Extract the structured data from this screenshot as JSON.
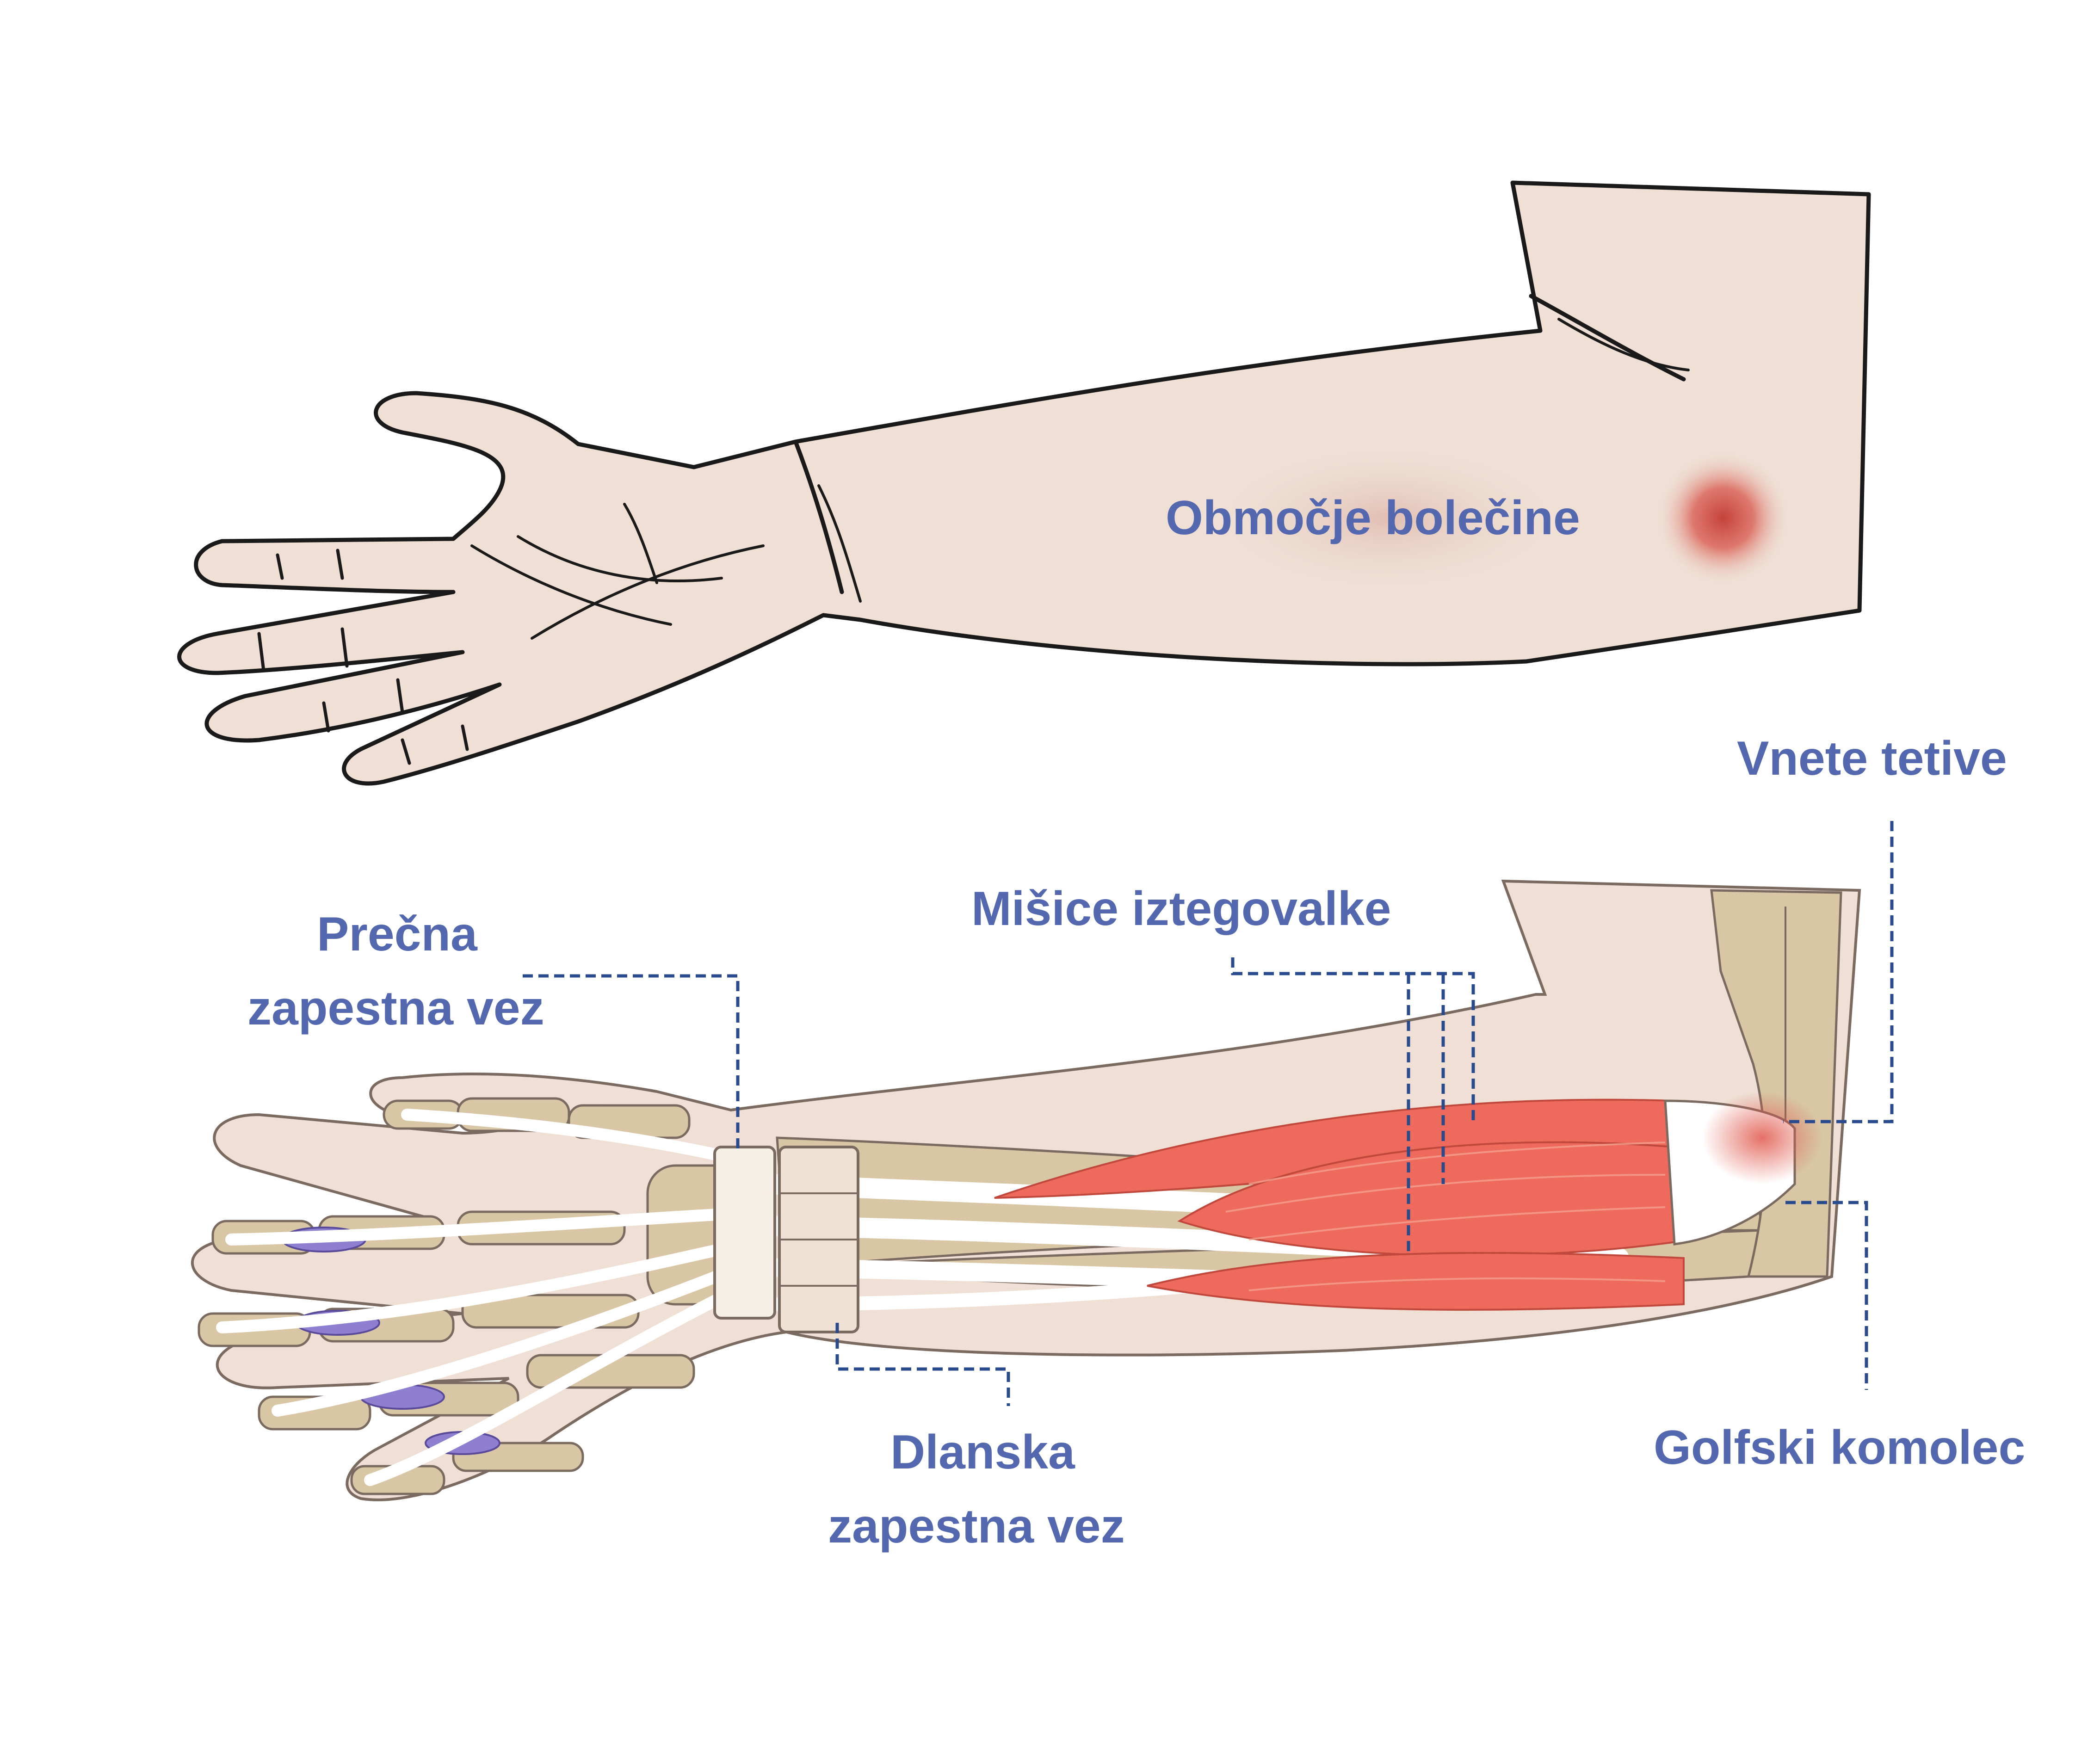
{
  "labels": {
    "pain_area": "Območje bolečine",
    "inflamed_tendons": "Vnete tetive",
    "extensor_muscles": "Mišice iztegovalke",
    "transverse_carpal_ligament_line1": "Prečna",
    "transverse_carpal_ligament_line2": "zapestna vez",
    "palmar_carpal_ligament_line1": "Dlanska",
    "palmar_carpal_ligament_line2": "zapestna vez",
    "golfers_elbow": "Golfski komolec"
  },
  "colors": {
    "skin": "#efdfd4",
    "bone": "#d8c6a4",
    "muscle": "#ee6a5c",
    "tendon": "#ffffff",
    "pain": "#d2463c",
    "label": "#5468b0",
    "leader": "#2a4a8e",
    "sheath": "#8f7fd0"
  }
}
